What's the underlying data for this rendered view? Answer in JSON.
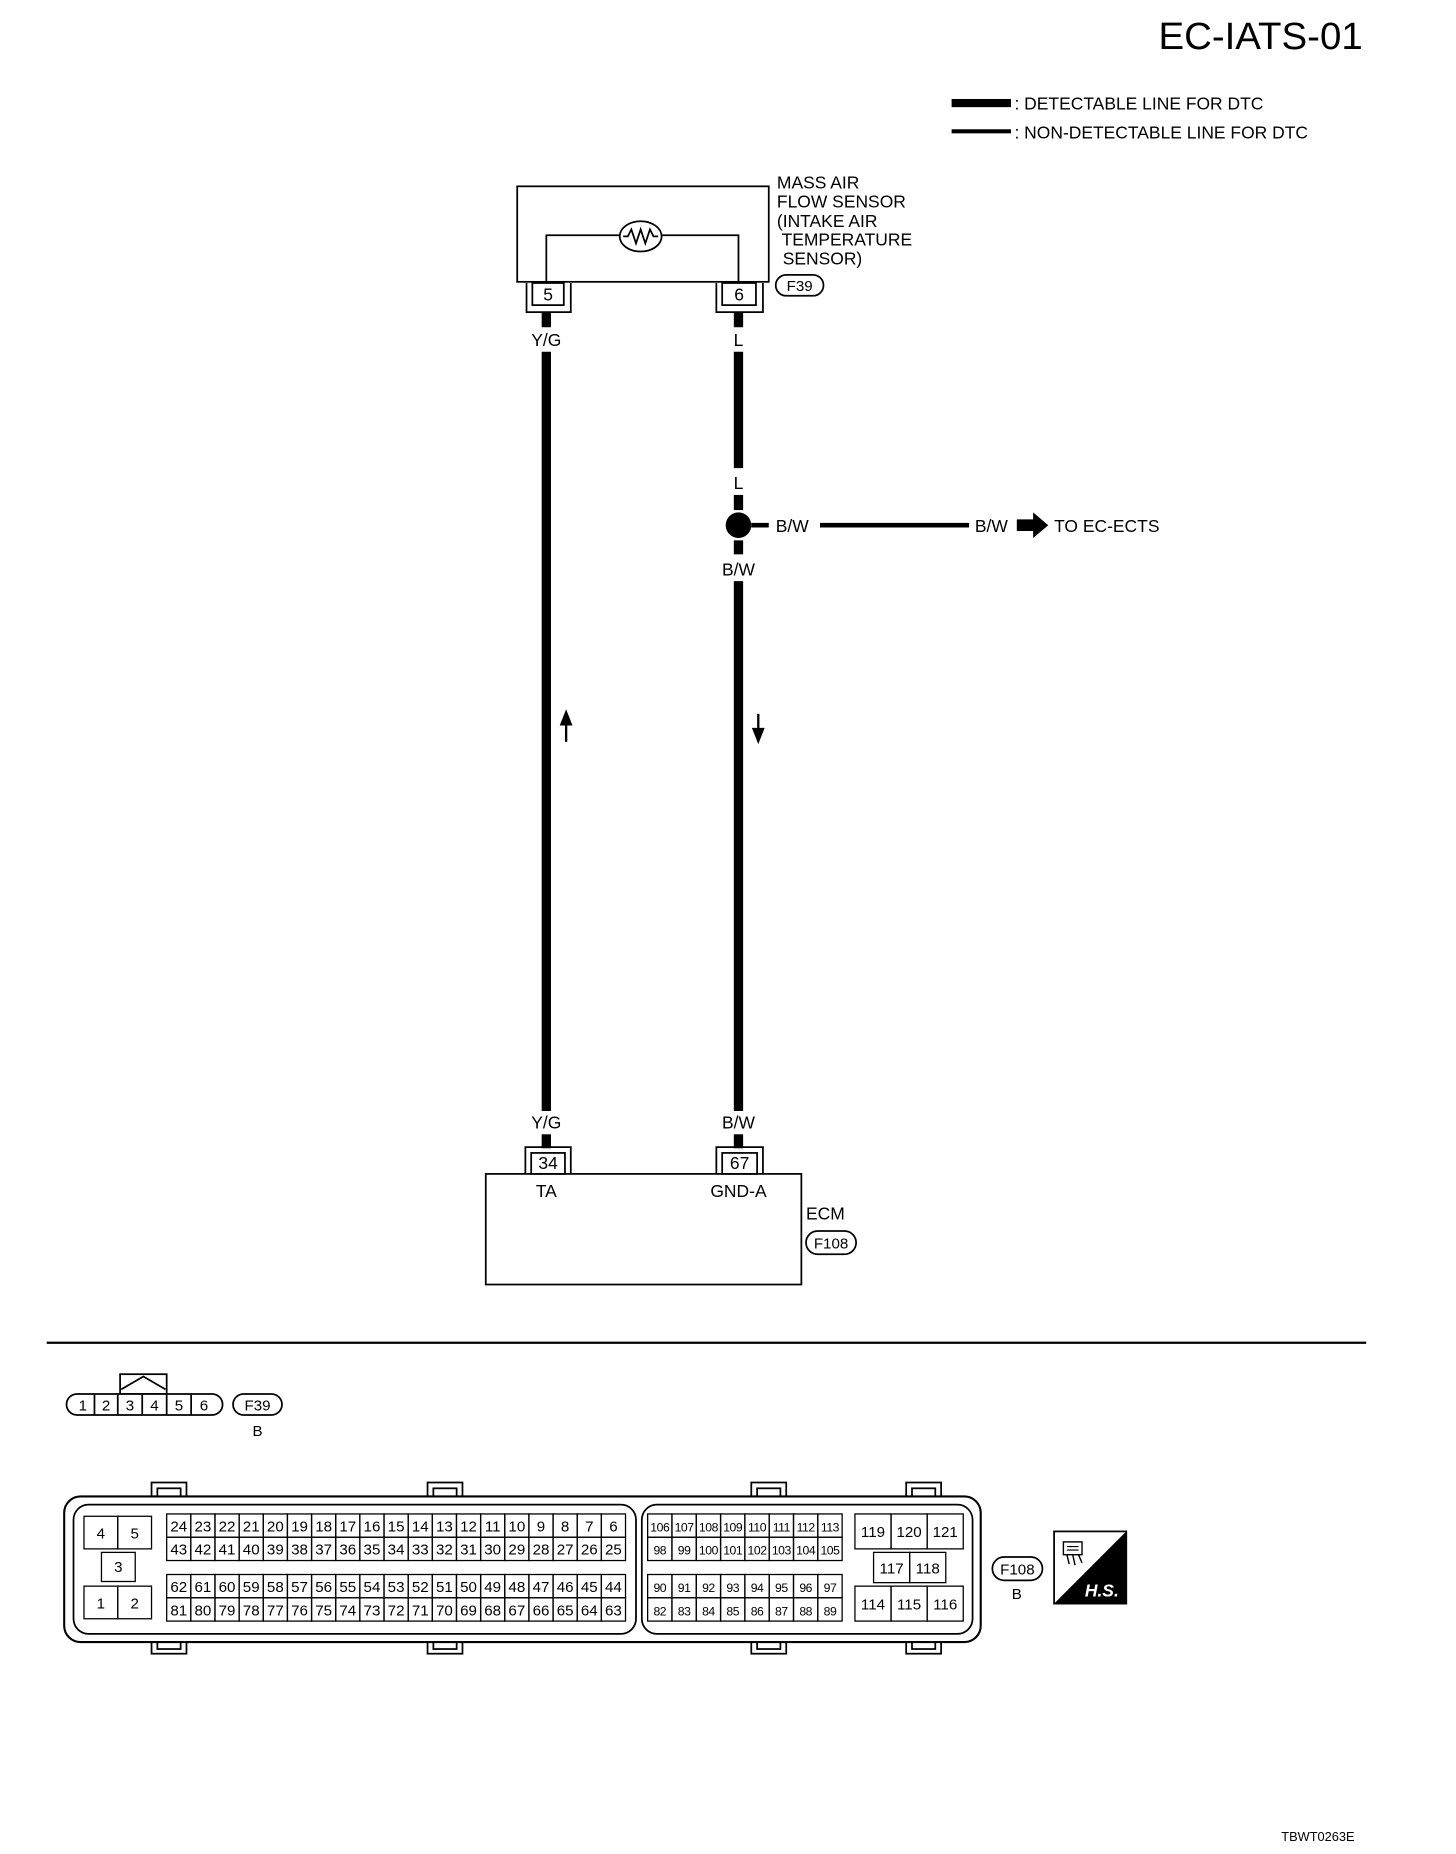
{
  "title": "EC-IATS-01",
  "legend": {
    "detectable": ": DETECTABLE LINE FOR DTC",
    "non_detectable": ": NON-DETECTABLE LINE FOR DTC"
  },
  "colors": {
    "ink": "#000000",
    "paper": "#ffffff"
  },
  "sensor": {
    "label_lines": [
      "MASS AIR",
      "FLOW SENSOR",
      "(INTAKE AIR",
      "TEMPERATURE",
      "SENSOR)"
    ],
    "connector": "F39",
    "terminals": [
      "5",
      "6"
    ]
  },
  "wires": {
    "terminal_5_color": "Y/G",
    "terminal_6_color": "L",
    "splice_upper_color": "L",
    "splice_branch_color": "B/W",
    "branch_end_color": "B/W",
    "branch_destination": "TO EC-ECTS",
    "splice_lower_color": "B/W",
    "terminal_34_color": "Y/G",
    "terminal_67_color": "B/W"
  },
  "ecm": {
    "label": "ECM",
    "connector": "F108",
    "terminals": [
      "34",
      "67"
    ],
    "terminal_names": [
      "TA",
      "GND-A"
    ]
  },
  "connector_f39": {
    "pins": [
      "1",
      "2",
      "3",
      "4",
      "5",
      "6"
    ],
    "id": "F39",
    "color": "B"
  },
  "connector_f108": {
    "id": "F108",
    "color": "B",
    "small_pins": {
      "top": [
        "4",
        "5"
      ],
      "middle": "3",
      "bottom": [
        "1",
        "2"
      ]
    },
    "block_a_top": [
      [
        "24",
        "23",
        "22",
        "21",
        "20",
        "19",
        "18",
        "17",
        "16",
        "15",
        "14",
        "13",
        "12",
        "11",
        "10",
        "9",
        "8",
        "7",
        "6"
      ],
      [
        "43",
        "42",
        "41",
        "40",
        "39",
        "38",
        "37",
        "36",
        "35",
        "34",
        "33",
        "32",
        "31",
        "30",
        "29",
        "28",
        "27",
        "26",
        "25"
      ]
    ],
    "block_a_bottom": [
      [
        "62",
        "61",
        "60",
        "59",
        "58",
        "57",
        "56",
        "55",
        "54",
        "53",
        "52",
        "51",
        "50",
        "49",
        "48",
        "47",
        "46",
        "45",
        "44"
      ],
      [
        "81",
        "80",
        "79",
        "78",
        "77",
        "76",
        "75",
        "74",
        "73",
        "72",
        "71",
        "70",
        "69",
        "68",
        "67",
        "66",
        "65",
        "64",
        "63"
      ]
    ],
    "block_b_top": [
      [
        "106",
        "107",
        "108",
        "109",
        "110",
        "111",
        "112",
        "113"
      ],
      [
        "98",
        "99",
        "100",
        "101",
        "102",
        "103",
        "104",
        "105"
      ]
    ],
    "block_b_bottom": [
      [
        "90",
        "91",
        "92",
        "93",
        "94",
        "95",
        "96",
        "97"
      ],
      [
        "82",
        "83",
        "84",
        "85",
        "86",
        "87",
        "88",
        "89"
      ]
    ],
    "block_c": {
      "top": [
        "119",
        "120",
        "121"
      ],
      "middle": [
        "117",
        "118"
      ],
      "bottom": [
        "114",
        "115",
        "116"
      ]
    },
    "badge": "H.S."
  },
  "figure_code": "TBWT0263E"
}
